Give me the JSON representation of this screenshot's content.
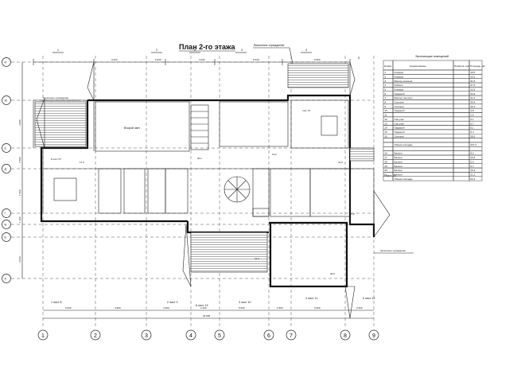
{
  "plan": {
    "title": "План 2-го этажа",
    "label_railing_top": "балконное ограждение",
    "label_railing_left": "балконное ограждение",
    "label_railing_right": "балконное ограждение",
    "label_second_light": "Второй свет",
    "sheet_refs": [
      "1 лист 8",
      "2 лист 9",
      "6 лист 13",
      "3 лист 10",
      "4 лист 11",
      "5 лист 12",
      "7 лист 14",
      "8 лист 57",
      "лист 97"
    ],
    "room_areas": [
      "13,2",
      "31,5",
      "27,6",
      "21,3",
      "30,9",
      "17,0",
      "30,1"
    ],
    "dims_top": [
      "4 220",
      "6 030",
      "4 000",
      "5 640",
      "6 900"
    ],
    "dims_bottom": [
      "5 000",
      "4 900",
      "4 400",
      "2 400",
      "5 000",
      "1 800",
      "5 000",
      "2 600"
    ],
    "dims_left": [
      "4 800",
      "2 500",
      "1 500",
      "1 100",
      "3 840"
    ],
    "total_bottom": "34 600",
    "axes_top": [
      "1",
      "2",
      "6",
      "3",
      "4",
      "5"
    ],
    "axes_left": [
      "И",
      "Ж",
      "Е",
      "Д",
      "Г",
      "В",
      "Б",
      "А"
    ],
    "axes_bottom": [
      "1",
      "2",
      "3",
      "4",
      "5",
      "6",
      "7",
      "8",
      "9"
    ]
  },
  "explication": {
    "title": "Экспликация помещений",
    "headers": [
      "Номер",
      "Наименование",
      "Примеча- ние",
      "Площадь, м2"
    ],
    "rows": [
      [
        "1",
        "Коридор",
        "",
        "19,5"
      ],
      [
        "2",
        "Коридор",
        "",
        "13,2"
      ],
      [
        "3",
        "Мастер-спальня",
        "",
        "31,5"
      ],
      [
        "4",
        "Кабинет",
        "",
        "27,6"
      ],
      [
        "5",
        "Коридор",
        "",
        "12,5"
      ],
      [
        "6",
        "Гардероб",
        "",
        "33,9"
      ],
      [
        "7",
        "Мастер сан.узел",
        "",
        "21,3"
      ],
      [
        "8",
        "Спальня",
        "",
        "30,9"
      ],
      [
        "9",
        "Спальня",
        "",
        "16,3"
      ],
      [
        "10",
        "Гардероб",
        "",
        "3,8"
      ],
      [
        "11",
        "",
        "",
        "2,9"
      ],
      [
        "12",
        "Сан.узел",
        "",
        "6,1"
      ],
      [
        "13",
        "Сан.узел",
        "",
        "5,7"
      ],
      [
        "14",
        "Гардероб",
        "",
        "6,1"
      ],
      [
        "15",
        "Гардероб",
        "",
        "6,4"
      ],
      [
        "16",
        "Спальня",
        "",
        "28,5"
      ],
      [
        "",
        "",
        "",
        ""
      ],
      [
        "",
        "Общая площадь",
        "",
        "347,4"
      ],
      [
        "",
        "",
        "",
        ""
      ],
      [
        "16",
        "Балкон",
        "",
        "8,2"
      ],
      [
        "17",
        "Балкон",
        "",
        "15,6"
      ],
      [
        "18",
        "Балкон",
        "",
        "5,0"
      ],
      [
        "19",
        "Балкон",
        "",
        "3,7"
      ],
      [
        "20",
        "Балкон",
        "",
        "16,2"
      ],
      [
        "21",
        "Балкон",
        "",
        "21,2"
      ],
      [
        "",
        "Общая площадь",
        "",
        "63,2"
      ]
    ]
  }
}
